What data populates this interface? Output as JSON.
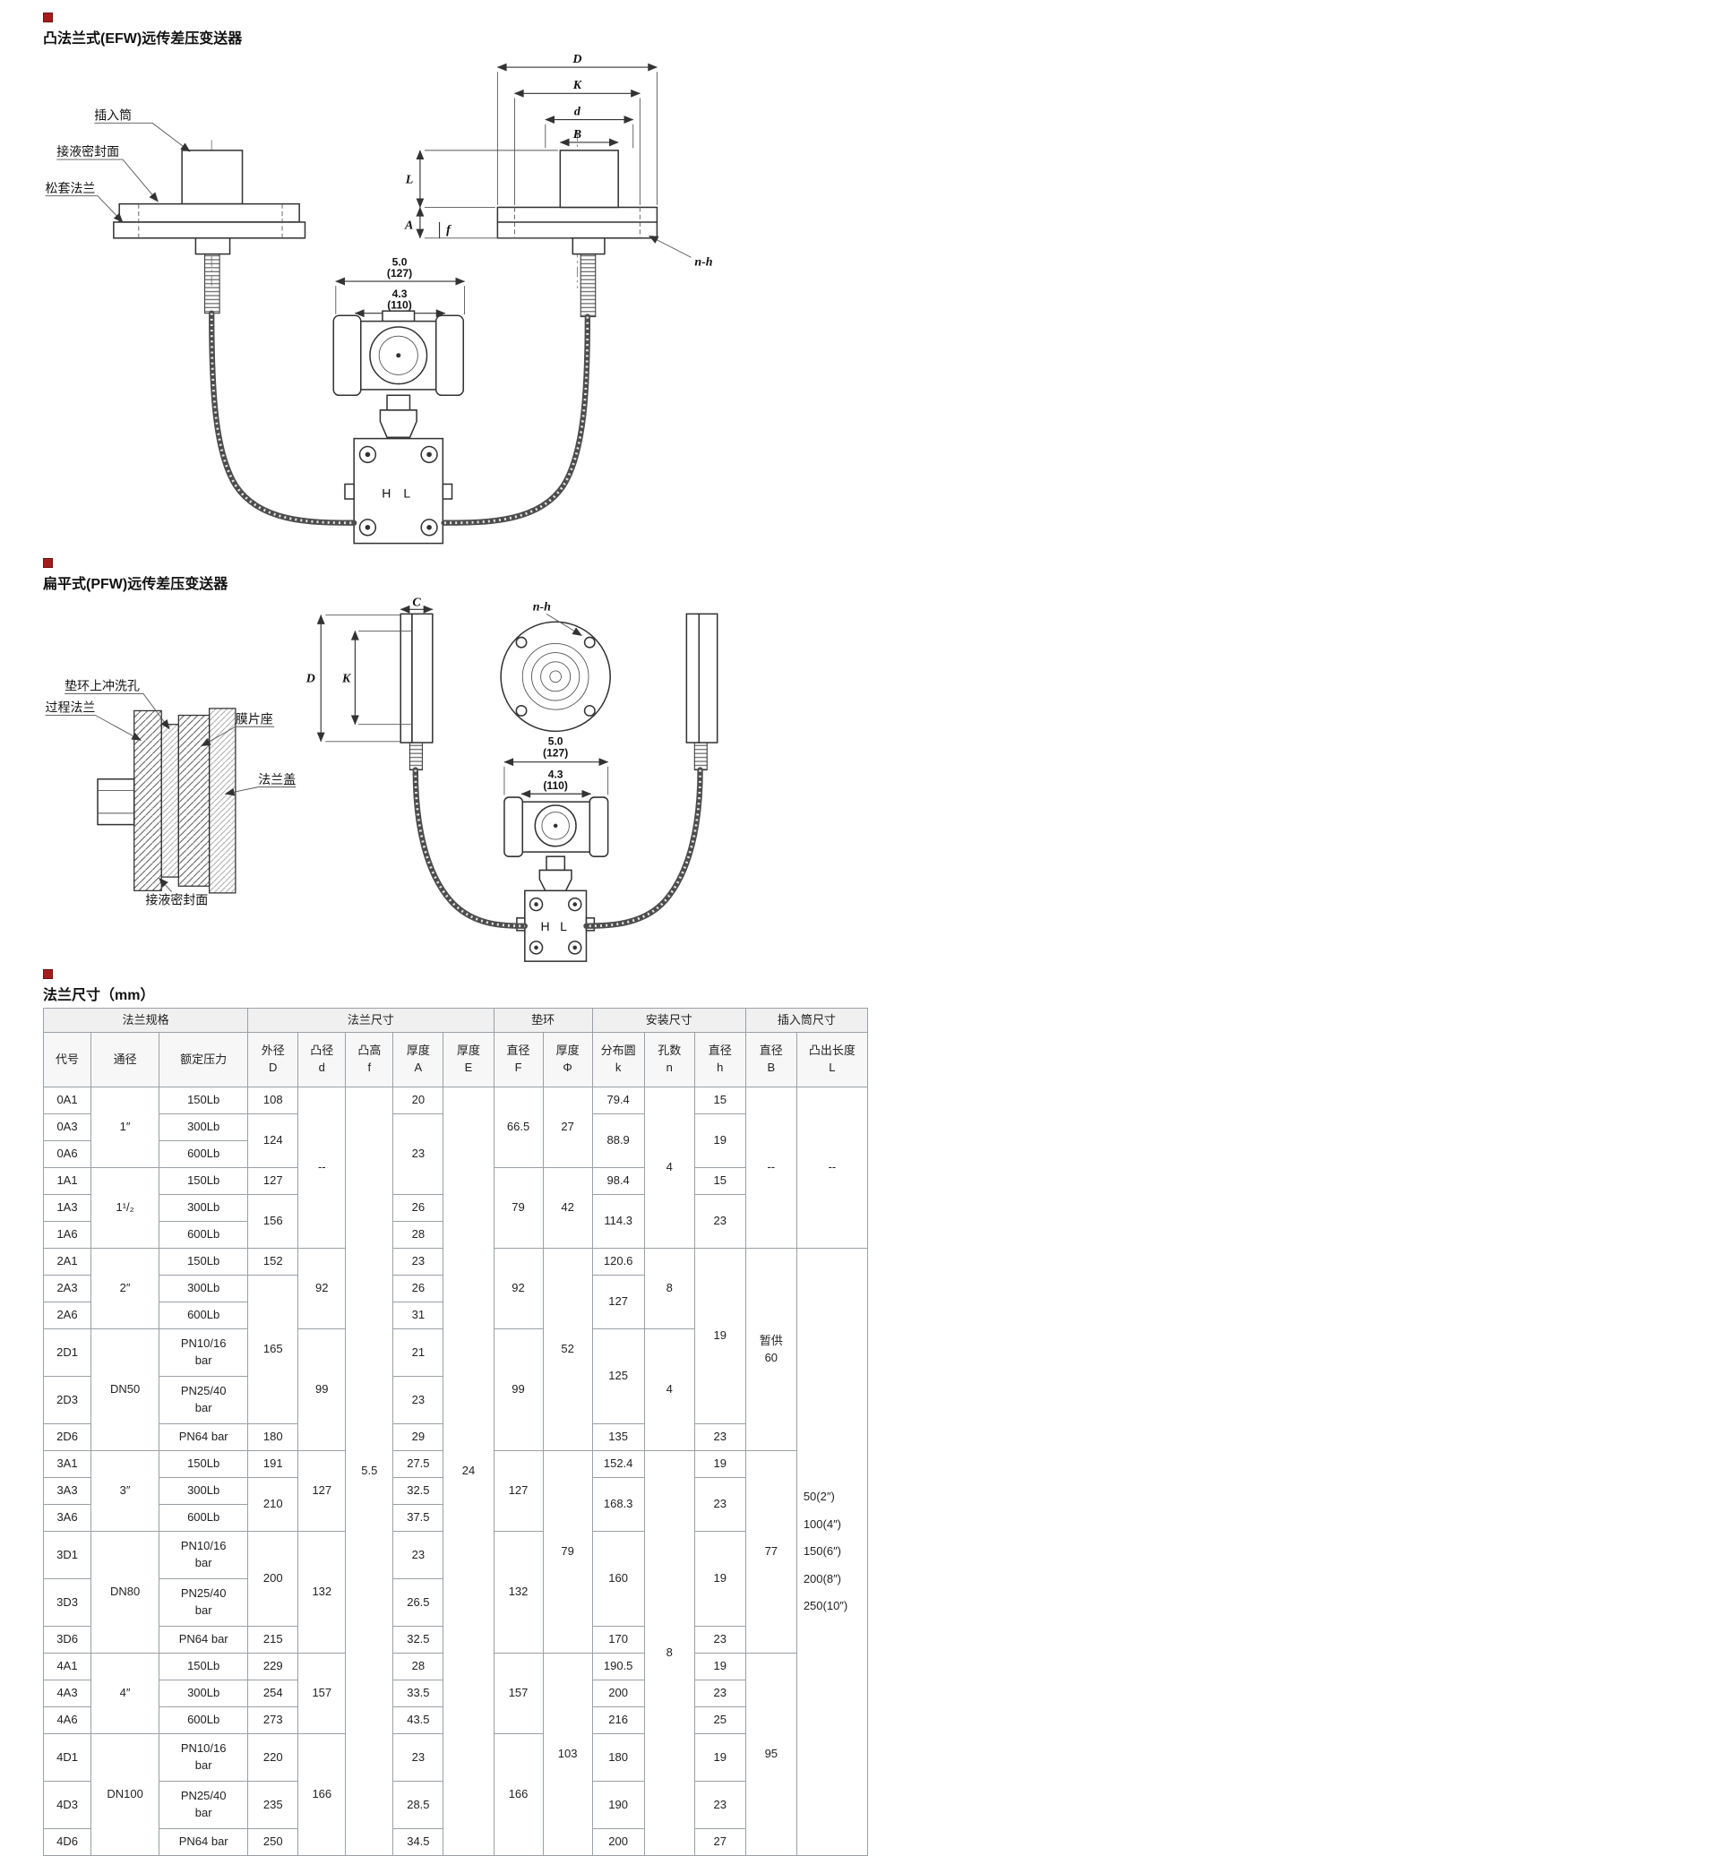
{
  "page": {
    "accent_red": "#a61c1c",
    "border_gray": "#9aa0a6",
    "background": "#ffffff"
  },
  "sections": {
    "efw": {
      "title": "凸法兰式(EFW)远传差压变送器",
      "labels": {
        "barrel": "插入筒",
        "seal": "接液密封面",
        "loose_flange": "松套法兰"
      },
      "dims": {
        "D": "D",
        "K": "K",
        "d": "d",
        "B": "B",
        "L": "L",
        "A": "A",
        "f": "f",
        "nh": "n-h",
        "w1a": "5.0",
        "w1b": "(127)",
        "w2a": "4.3",
        "w2b": "(110)",
        "hl": "H L"
      }
    },
    "pfw": {
      "title": "扁平式(PFW)远传差压变送器",
      "labels": {
        "process_flange": "过程法兰",
        "flush_hole": "垫环上冲洗孔",
        "diaphragm_seat": "膜片座",
        "flange_cover": "法兰盖",
        "seal": "接液密封面"
      },
      "dims": {
        "C": "C",
        "D": "D",
        "K": "K",
        "nh": "n-h",
        "w1a": "5.0",
        "w1b": "(127)",
        "w2a": "4.3",
        "w2b": "(110)",
        "hl": "H L"
      }
    },
    "table_title": "法兰尺寸（mm）"
  },
  "table": {
    "groups": [
      {
        "label": "法兰规格",
        "span": 3
      },
      {
        "label": "法兰尺寸",
        "span": 5
      },
      {
        "label": "垫环",
        "span": 2
      },
      {
        "label": "安装尺寸",
        "span": 3
      },
      {
        "label": "插入筒尺寸",
        "span": 2
      }
    ],
    "headers": [
      "代号",
      "通径",
      "额定压力",
      "外径\nD",
      "凸径\nd",
      "凸高\nf",
      "厚度\nA",
      "厚度\nE",
      "直径\nF",
      "厚度\nΦ",
      "分布圆\nk",
      "孔数\nn",
      "直径\nh",
      "直径\nB",
      "凸出长度\nL"
    ],
    "rows": [
      [
        {
          "t": "0A1"
        },
        {
          "t": "1″",
          "rs": 3
        },
        {
          "t": "150Lb"
        },
        {
          "t": "108"
        },
        {
          "t": "--",
          "rs": 6
        },
        {
          "t": "5.5",
          "rs": 24
        },
        {
          "t": "20"
        },
        {
          "t": "24",
          "rs": 24
        },
        {
          "t": "66.5",
          "rs": 3
        },
        {
          "t": "27",
          "rs": 3
        },
        {
          "t": "79.4"
        },
        {
          "t": "4",
          "rs": 6
        },
        {
          "t": "15"
        },
        {
          "t": "--",
          "rs": 6
        },
        {
          "t": "--",
          "rs": 6
        }
      ],
      [
        {
          "t": "0A3"
        },
        {
          "t": "300Lb"
        },
        {
          "t": "124",
          "rs": 2
        },
        {
          "t": "23",
          "rs": 3
        },
        {
          "t": "88.9",
          "rs": 2
        },
        {
          "t": "19",
          "rs": 2
        }
      ],
      [
        {
          "t": "0A6"
        },
        {
          "t": "600Lb"
        }
      ],
      [
        {
          "t": "1A1"
        },
        {
          "t": "1¹/₂",
          "rs": 3
        },
        {
          "t": "150Lb"
        },
        {
          "t": "127"
        },
        {
          "t": "79",
          "rs": 3
        },
        {
          "t": "42",
          "rs": 3
        },
        {
          "t": "98.4"
        },
        {
          "t": "15"
        }
      ],
      [
        {
          "t": "1A3"
        },
        {
          "t": "300Lb"
        },
        {
          "t": "156",
          "rs": 2
        },
        {
          "t": "26"
        },
        {
          "t": "114.3",
          "rs": 2
        },
        {
          "t": "23",
          "rs": 2
        }
      ],
      [
        {
          "t": "1A6"
        },
        {
          "t": "600Lb"
        },
        {
          "t": "28"
        }
      ],
      [
        {
          "t": "2A1"
        },
        {
          "t": "2″",
          "rs": 3
        },
        {
          "t": "150Lb"
        },
        {
          "t": "152"
        },
        {
          "t": "92",
          "rs": 3
        },
        {
          "t": "23"
        },
        {
          "t": "92",
          "rs": 3
        },
        {
          "t": "52",
          "rs": 6
        },
        {
          "t": "120.6"
        },
        {
          "t": "8",
          "rs": 3
        },
        {
          "t": "19",
          "rs": 5
        },
        {
          "t": "暂供\n60",
          "rs": 6
        },
        {
          "t": "50(2″)\n100(4″)\n150(6″)\n200(8″)\n250(10″)",
          "rs": 18,
          "cls": "llist"
        }
      ],
      [
        {
          "t": "2A3"
        },
        {
          "t": "300Lb"
        },
        {
          "t": "165",
          "rs": 4
        },
        {
          "t": "26"
        },
        {
          "t": "127",
          "rs": 2
        }
      ],
      [
        {
          "t": "2A6"
        },
        {
          "t": "600Lb"
        },
        {
          "t": "31"
        }
      ],
      [
        {
          "t": "2D1"
        },
        {
          "t": "DN50",
          "rs": 3
        },
        {
          "t": "PN10/16\nbar",
          "cls": "tall"
        },
        {
          "t": "99",
          "rs": 3
        },
        {
          "t": "21"
        },
        {
          "t": "99",
          "rs": 3
        },
        {
          "t": "125",
          "rs": 2
        },
        {
          "t": "4",
          "rs": 3
        }
      ],
      [
        {
          "t": "2D3"
        },
        {
          "t": "PN25/40\nbar",
          "cls": "tall"
        },
        {
          "t": "23"
        }
      ],
      [
        {
          "t": "2D6"
        },
        {
          "t": "PN64 bar"
        },
        {
          "t": "180"
        },
        {
          "t": "29"
        },
        {
          "t": "135"
        },
        {
          "t": "23"
        }
      ],
      [
        {
          "t": "3A1"
        },
        {
          "t": "3″",
          "rs": 3
        },
        {
          "t": "150Lb"
        },
        {
          "t": "191"
        },
        {
          "t": "127",
          "rs": 3
        },
        {
          "t": "27.5"
        },
        {
          "t": "127",
          "rs": 3
        },
        {
          "t": "79",
          "rs": 6
        },
        {
          "t": "152.4"
        },
        {
          "t": "8",
          "rs": 12
        },
        {
          "t": "19"
        },
        {
          "t": "77",
          "rs": 6
        }
      ],
      [
        {
          "t": "3A3"
        },
        {
          "t": "300Lb"
        },
        {
          "t": "210",
          "rs": 2
        },
        {
          "t": "32.5"
        },
        {
          "t": "168.3",
          "rs": 2
        },
        {
          "t": "23",
          "rs": 2
        }
      ],
      [
        {
          "t": "3A6"
        },
        {
          "t": "600Lb"
        },
        {
          "t": "37.5"
        }
      ],
      [
        {
          "t": "3D1"
        },
        {
          "t": "DN80",
          "rs": 3
        },
        {
          "t": "PN10/16\nbar",
          "cls": "tall"
        },
        {
          "t": "200",
          "rs": 2
        },
        {
          "t": "132",
          "rs": 3
        },
        {
          "t": "23"
        },
        {
          "t": "132",
          "rs": 3
        },
        {
          "t": "160",
          "rs": 2
        },
        {
          "t": "19",
          "rs": 2
        }
      ],
      [
        {
          "t": "3D3"
        },
        {
          "t": "PN25/40\nbar",
          "cls": "tall"
        },
        {
          "t": "26.5"
        }
      ],
      [
        {
          "t": "3D6"
        },
        {
          "t": "PN64 bar"
        },
        {
          "t": "215"
        },
        {
          "t": "32.5"
        },
        {
          "t": "170"
        },
        {
          "t": "23"
        }
      ],
      [
        {
          "t": "4A1"
        },
        {
          "t": "4″",
          "rs": 3
        },
        {
          "t": "150Lb"
        },
        {
          "t": "229"
        },
        {
          "t": "157",
          "rs": 3
        },
        {
          "t": "28"
        },
        {
          "t": "157",
          "rs": 3
        },
        {
          "t": "103",
          "rs": 6
        },
        {
          "t": "190.5"
        },
        {
          "t": "19"
        },
        {
          "t": "95",
          "rs": 6
        }
      ],
      [
        {
          "t": "4A3"
        },
        {
          "t": "300Lb"
        },
        {
          "t": "254"
        },
        {
          "t": "33.5"
        },
        {
          "t": "200"
        },
        {
          "t": "23"
        }
      ],
      [
        {
          "t": "4A6"
        },
        {
          "t": "600Lb"
        },
        {
          "t": "273"
        },
        {
          "t": "43.5"
        },
        {
          "t": "216"
        },
        {
          "t": "25"
        }
      ],
      [
        {
          "t": "4D1"
        },
        {
          "t": "DN100",
          "rs": 3
        },
        {
          "t": "PN10/16\nbar",
          "cls": "tall"
        },
        {
          "t": "220"
        },
        {
          "t": "166",
          "rs": 3
        },
        {
          "t": "23"
        },
        {
          "t": "166",
          "rs": 3
        },
        {
          "t": "180"
        },
        {
          "t": "19"
        }
      ],
      [
        {
          "t": "4D3"
        },
        {
          "t": "PN25/40\nbar",
          "cls": "tall"
        },
        {
          "t": "235"
        },
        {
          "t": "28.5"
        },
        {
          "t": "190"
        },
        {
          "t": "23"
        }
      ],
      [
        {
          "t": "4D6"
        },
        {
          "t": "PN64 bar"
        },
        {
          "t": "250"
        },
        {
          "t": "34.5"
        },
        {
          "t": "200"
        },
        {
          "t": "27"
        }
      ]
    ]
  }
}
